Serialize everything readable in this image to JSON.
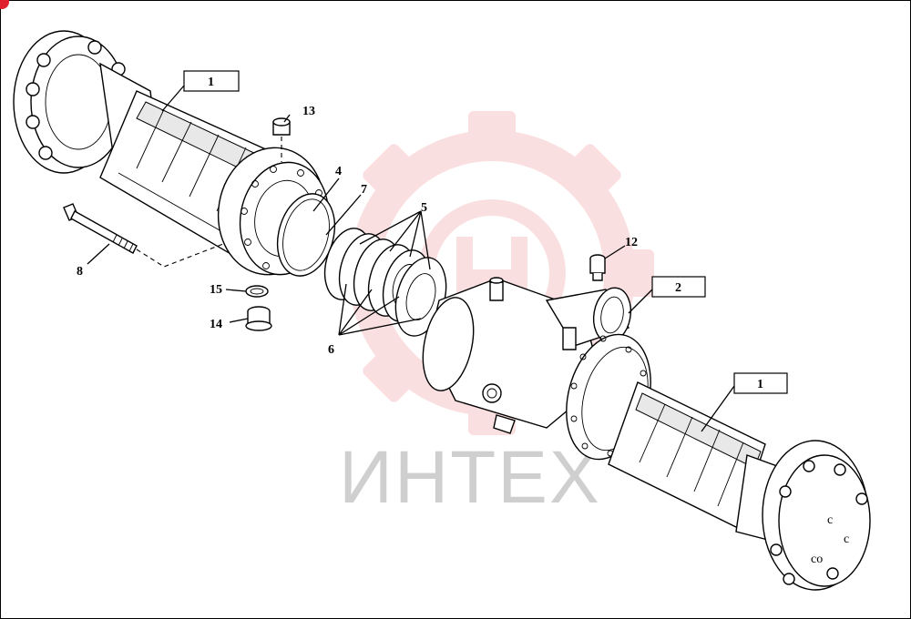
{
  "watermark": {
    "text": "ИНТЕХ",
    "color": "#f2a5a8",
    "text_color": "#cfcfcf",
    "icon": "gear-logo-icon"
  },
  "accent": {
    "corner_mark": "#e0202c"
  },
  "callouts": {
    "c1a": "1",
    "c1b": "1",
    "c2": "2",
    "c4": "4",
    "c5": "5",
    "c6": "6",
    "c7": "7",
    "c8": "8",
    "c12": "12",
    "c13": "13",
    "c14": "14",
    "c15": "15"
  }
}
